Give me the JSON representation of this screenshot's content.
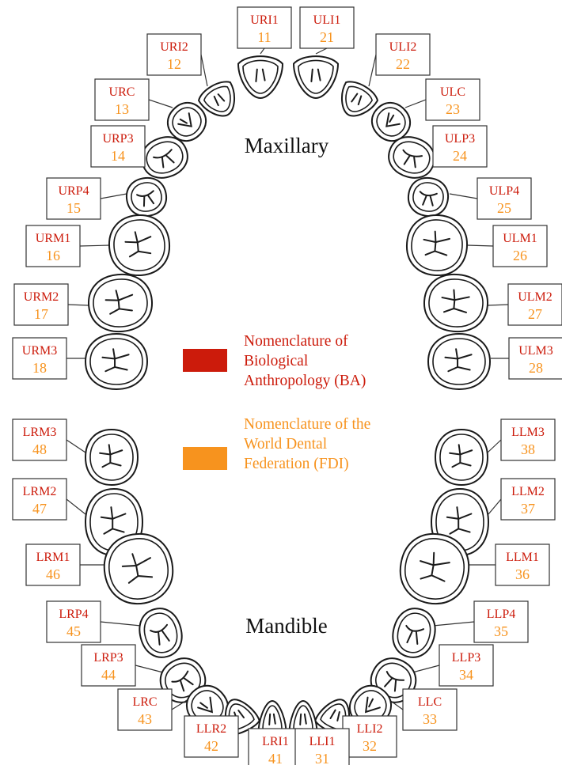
{
  "colors": {
    "ba": "#cc1b0b",
    "fdi": "#f7931e"
  },
  "regions": {
    "upper": "Maxillary",
    "lower": "Mandible"
  },
  "legend": {
    "ba": {
      "line1": "Nomenclature of",
      "line2": "Biological",
      "line3": "Anthropology (BA)"
    },
    "fdi": {
      "line1": "Nomenclature of the",
      "line2": "World Dental",
      "line3": "Federation (FDI)"
    }
  },
  "teeth": [
    {
      "ba": "URI1",
      "fdi": "11",
      "kind": "incisor",
      "jaw": "upper"
    },
    {
      "ba": "URI2",
      "fdi": "12",
      "kind": "incisor",
      "jaw": "upper"
    },
    {
      "ba": "URC",
      "fdi": "13",
      "kind": "canine",
      "jaw": "upper"
    },
    {
      "ba": "URP3",
      "fdi": "14",
      "kind": "premolar",
      "jaw": "upper"
    },
    {
      "ba": "URP4",
      "fdi": "15",
      "kind": "premolar",
      "jaw": "upper"
    },
    {
      "ba": "URM1",
      "fdi": "16",
      "kind": "molar",
      "jaw": "upper"
    },
    {
      "ba": "URM2",
      "fdi": "17",
      "kind": "molar",
      "jaw": "upper"
    },
    {
      "ba": "URM3",
      "fdi": "18",
      "kind": "molar",
      "jaw": "upper"
    },
    {
      "ba": "ULI1",
      "fdi": "21",
      "kind": "incisor",
      "jaw": "upper"
    },
    {
      "ba": "ULI2",
      "fdi": "22",
      "kind": "incisor",
      "jaw": "upper"
    },
    {
      "ba": "ULC",
      "fdi": "23",
      "kind": "canine",
      "jaw": "upper"
    },
    {
      "ba": "ULP3",
      "fdi": "24",
      "kind": "premolar",
      "jaw": "upper"
    },
    {
      "ba": "ULP4",
      "fdi": "25",
      "kind": "premolar",
      "jaw": "upper"
    },
    {
      "ba": "ULM1",
      "fdi": "26",
      "kind": "molar",
      "jaw": "upper"
    },
    {
      "ba": "ULM2",
      "fdi": "27",
      "kind": "molar",
      "jaw": "upper"
    },
    {
      "ba": "ULM3",
      "fdi": "28",
      "kind": "molar",
      "jaw": "upper"
    },
    {
      "ba": "LRM3",
      "fdi": "48",
      "kind": "molar",
      "jaw": "lower"
    },
    {
      "ba": "LRM2",
      "fdi": "47",
      "kind": "molar",
      "jaw": "lower"
    },
    {
      "ba": "LRM1",
      "fdi": "46",
      "kind": "molar",
      "jaw": "lower"
    },
    {
      "ba": "LRP4",
      "fdi": "45",
      "kind": "premolar",
      "jaw": "lower"
    },
    {
      "ba": "LRP3",
      "fdi": "44",
      "kind": "premolar",
      "jaw": "lower"
    },
    {
      "ba": "LRC",
      "fdi": "43",
      "kind": "canine",
      "jaw": "lower"
    },
    {
      "ba": "LLR2",
      "fdi": "42",
      "kind": "incisor",
      "jaw": "lower"
    },
    {
      "ba": "LRI1",
      "fdi": "41",
      "kind": "incisor",
      "jaw": "lower"
    },
    {
      "ba": "LLM3",
      "fdi": "38",
      "kind": "molar",
      "jaw": "lower"
    },
    {
      "ba": "LLM2",
      "fdi": "37",
      "kind": "molar",
      "jaw": "lower"
    },
    {
      "ba": "LLM1",
      "fdi": "36",
      "kind": "molar",
      "jaw": "lower"
    },
    {
      "ba": "LLP4",
      "fdi": "35",
      "kind": "premolar",
      "jaw": "lower"
    },
    {
      "ba": "LLP3",
      "fdi": "34",
      "kind": "premolar",
      "jaw": "lower"
    },
    {
      "ba": "LLC",
      "fdi": "33",
      "kind": "canine",
      "jaw": "lower"
    },
    {
      "ba": "LLI2",
      "fdi": "32",
      "kind": "incisor",
      "jaw": "lower"
    },
    {
      "ba": "LLI1",
      "fdi": "31",
      "kind": "incisor",
      "jaw": "lower"
    }
  ]
}
